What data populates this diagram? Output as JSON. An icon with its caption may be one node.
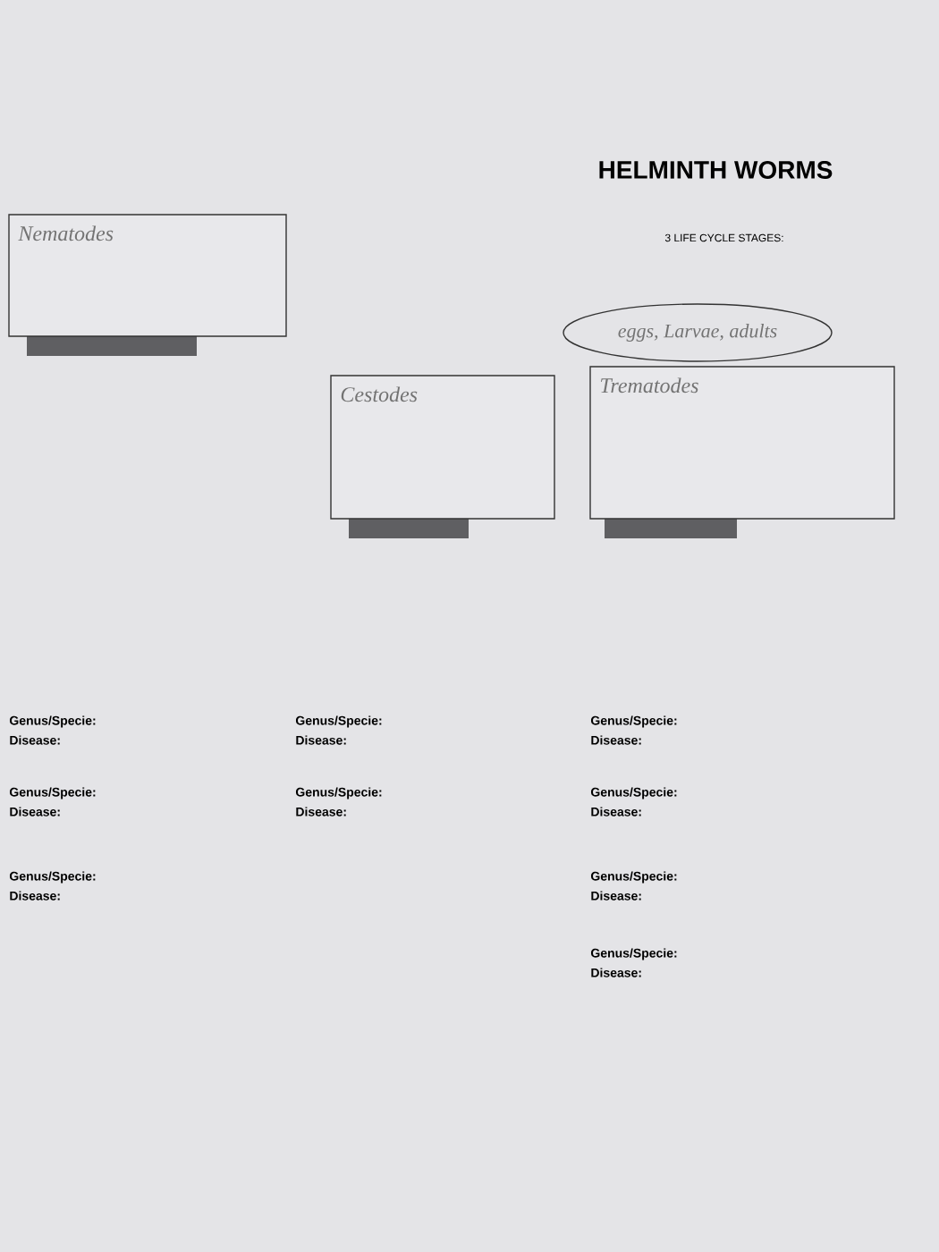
{
  "diagram": {
    "title": "HELMINTH WORMS",
    "nodes": [
      {
        "text": [
          "eggs, Larvae, adults"
        ]
      },
      {
        "text": [
          "Nematodes"
        ]
      },
      {
        "text": [
          "Cestodes"
        ]
      },
      {
        "text": [
          "Trematodes"
        ]
      }
    ],
    "labels": [
      "3 LIFE CYCLE STAGES:",
      "Genus/Specie:",
      "Disease:",
      "Genus/Specie:",
      "Disease:",
      "Genus/Specie:",
      "Disease:",
      "Genus/Specie:",
      "Disease:",
      "Genus/Specie:",
      "Disease:",
      "Genus/Specie:",
      "Disease:",
      "Genus/Specie:",
      "Disease:",
      "Genus/Specie:",
      "Disease:",
      "Genus/Specie:",
      "Disease:"
    ]
  }
}
